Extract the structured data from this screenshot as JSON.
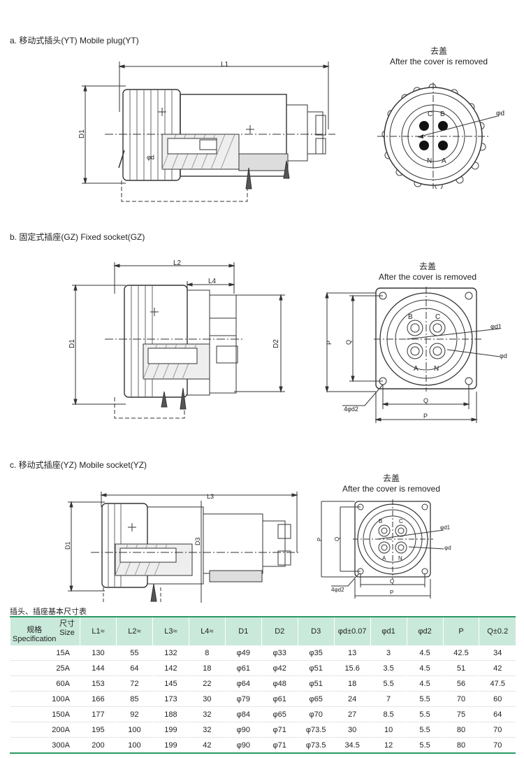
{
  "sections": [
    {
      "caption": "a. 移动式插头(YT)  Mobile plug(YT)",
      "cover_cn": "去盖",
      "cover_en": "After the cover is removed",
      "dims": {
        "l1": "L1",
        "d1": "D1",
        "phid": "φd",
        "phid_r": "φd"
      },
      "pins": [
        "C",
        "B",
        "N",
        "A"
      ]
    },
    {
      "caption": "b. 固定式插座(GZ)  Fixed socket(GZ)",
      "cover_cn": "去盖",
      "cover_en": "After the cover is removed",
      "dims": {
        "l2": "L2",
        "l4": "L4",
        "d1": "D1",
        "d2": "D2",
        "p": "P",
        "q": "Q",
        "q2": "Q",
        "p2": "P",
        "phid1": "φd1",
        "phid": "φd",
        "phid2": "4φd2"
      },
      "pins": [
        "B",
        "C",
        "A",
        "N"
      ]
    },
    {
      "caption": "c. 移动式插座(YZ)  Mobile socket(YZ)",
      "cover_cn": "去盖",
      "cover_en": "After the cover is removed",
      "dims": {
        "l3": "L3",
        "d1": "D1",
        "d3": "D3",
        "p": "P",
        "q": "Q",
        "q2": "Q",
        "p2": "P",
        "phid1": "φd1",
        "phid": "φd",
        "phid2": "4φd2"
      },
      "pins": [
        "B",
        "C",
        "A",
        "N"
      ]
    }
  ],
  "table": {
    "title": "插头、插座基本尺寸表",
    "corner_size_cn": "尺寸",
    "corner_size_en": "Size",
    "corner_spec_cn": "规格",
    "corner_spec_en": "Specification",
    "headers": [
      "L1≈",
      "L2≈",
      "L3≈",
      "L4≈",
      "D1",
      "D2",
      "D3",
      "φd±0.07",
      "φd1",
      "φd2",
      "P",
      "Q±0.2"
    ],
    "rows": [
      [
        "15A",
        "130",
        "55",
        "132",
        "8",
        "φ49",
        "φ33",
        "φ35",
        "13",
        "3",
        "4.5",
        "42.5",
        "34"
      ],
      [
        "25A",
        "144",
        "64",
        "142",
        "18",
        "φ61",
        "φ42",
        "φ51",
        "15.6",
        "3.5",
        "4.5",
        "51",
        "42"
      ],
      [
        "60A",
        "153",
        "72",
        "145",
        "22",
        "φ64",
        "φ48",
        "φ51",
        "18",
        "5.5",
        "4.5",
        "56",
        "47.5"
      ],
      [
        "100A",
        "166",
        "85",
        "173",
        "30",
        "φ79",
        "φ61",
        "φ65",
        "24",
        "7",
        "5.5",
        "70",
        "60"
      ],
      [
        "150A",
        "177",
        "92",
        "188",
        "32",
        "φ84",
        "φ65",
        "φ70",
        "27",
        "8.5",
        "5.5",
        "75",
        "64"
      ],
      [
        "200A",
        "195",
        "100",
        "199",
        "32",
        "φ90",
        "φ71",
        "φ73.5",
        "30",
        "10",
        "5.5",
        "80",
        "70"
      ],
      [
        "300A",
        "200",
        "100",
        "199",
        "42",
        "φ90",
        "φ71",
        "φ73.5",
        "34.5",
        "12",
        "5.5",
        "80",
        "70"
      ]
    ]
  }
}
